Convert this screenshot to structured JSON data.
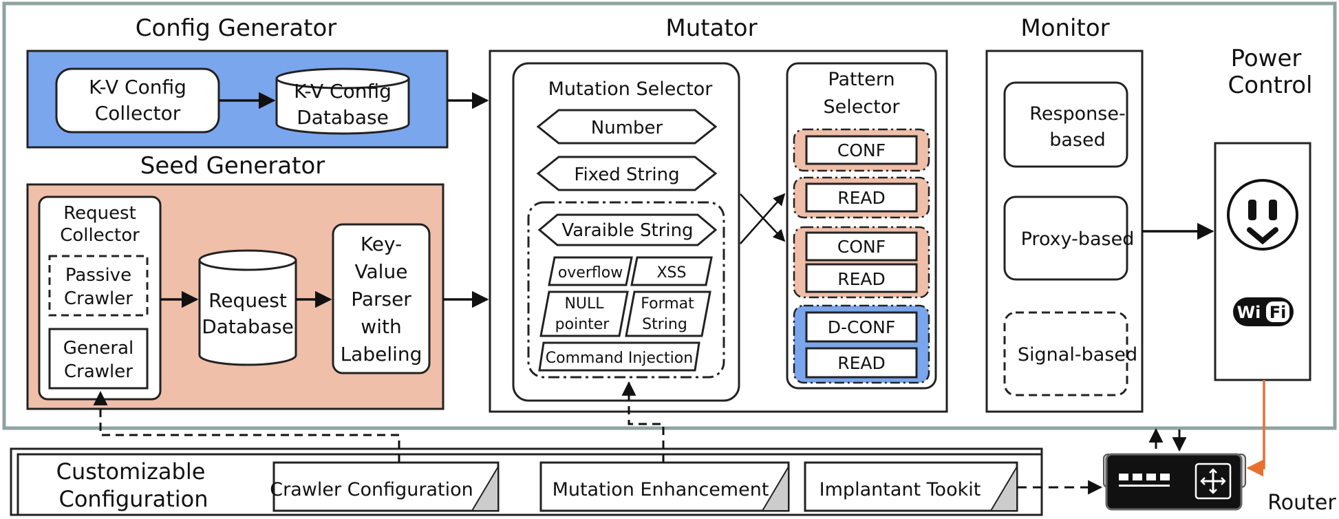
{
  "sections": {
    "config_generator": "Config Generator",
    "mutator": "Mutator",
    "monitor": "Monitor",
    "seed_generator": "Seed Generator",
    "power_control": [
      "Power",
      "Control"
    ],
    "router": "Router",
    "customizable_configuration": [
      "Customizable",
      "Configuration"
    ]
  },
  "config_generator": {
    "collector": [
      "K-V Config",
      "Collector"
    ],
    "database": [
      "K-V Config",
      "Database"
    ]
  },
  "seed_generator": {
    "request_collector": [
      "Request",
      "Collector"
    ],
    "passive_crawler": [
      "Passive",
      "Crawler"
    ],
    "general_crawler": [
      "General",
      "Crawler"
    ],
    "request_database": [
      "Request",
      "Database"
    ],
    "parser": [
      "Key-",
      "Value",
      "Parser",
      "with",
      "Labeling"
    ]
  },
  "mutation_selector": {
    "title": "Mutation Selector",
    "number": "Number",
    "fixed_string": "Fixed String",
    "variable_string": "Varaible String",
    "overflow": "overflow",
    "xss": "XSS",
    "null_pointer": [
      "NULL",
      "pointer"
    ],
    "format_string": [
      "Format",
      "String"
    ],
    "command_injection": "Command Injection"
  },
  "pattern_selector": {
    "title": [
      "Pattern",
      "Selector"
    ],
    "g1": [
      "CONF"
    ],
    "g2": [
      "READ"
    ],
    "g3": [
      "CONF",
      "READ"
    ],
    "g4": [
      "D-CONF",
      "READ"
    ]
  },
  "monitor": {
    "response": [
      "Response-",
      "based"
    ],
    "proxy": "Proxy-based",
    "signal": "Signal-based"
  },
  "power": {
    "wifi_label": "Wi",
    "wifi_label_2": "Fi"
  },
  "config_tabs": {
    "crawler": "Crawler Configuration",
    "mutation": "Mutation Enhancement",
    "implantant": "Implantant Tookit"
  },
  "colors": {
    "blue": "#7aa6ee",
    "salmon": "#efbfa9",
    "orange": "#e8702f",
    "frame_border": "#8fa3a1"
  }
}
